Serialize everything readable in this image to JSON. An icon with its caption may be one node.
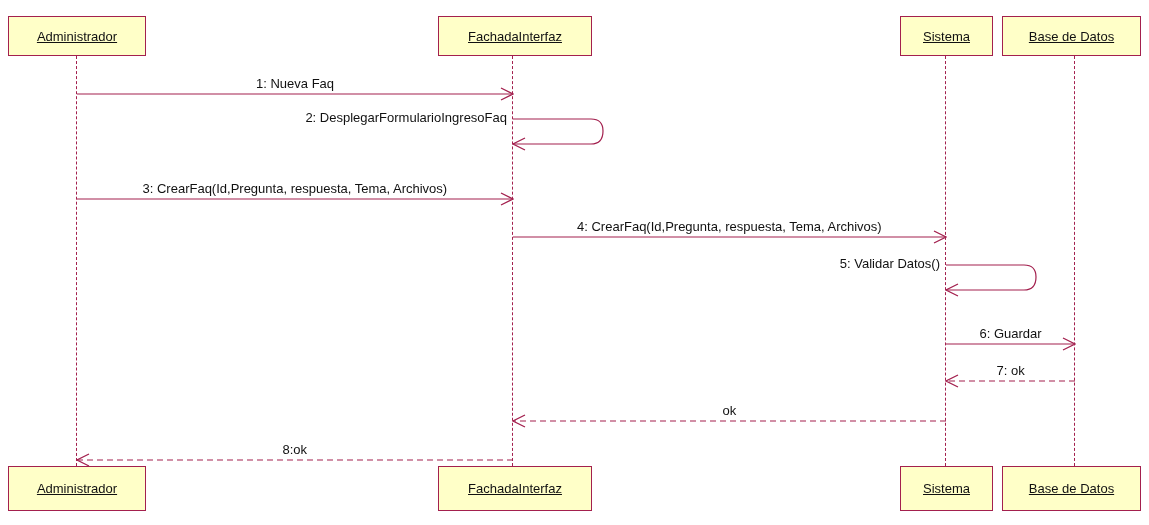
{
  "diagram": {
    "nodes": [
      {
        "text": [
          "Administrador"
        ]
      },
      {
        "text": [
          "FachadaInterfaz"
        ]
      },
      {
        "text": [
          "Sistema"
        ]
      },
      {
        "text": [
          "Base de Datos"
        ]
      },
      {
        "text": [],
        "shape": "line"
      },
      {
        "text": [],
        "shape": "line"
      },
      {
        "text": [],
        "shape": "line"
      },
      {
        "text": [],
        "shape": "line"
      },
      {
        "text": [
          "Administrador"
        ]
      },
      {
        "text": [
          "FachadaInterfaz"
        ]
      },
      {
        "text": [
          "Sistema"
        ]
      },
      {
        "text": [
          "Base de Datos"
        ]
      }
    ],
    "edges": [
      {
        "from": 4,
        "to": 5,
        "arrow": "to",
        "label": "1: Nueva Faq"
      },
      {
        "from": 5,
        "to": 5,
        "arrow": "to",
        "label": "2: DesplegarFormularioIngresoFaq"
      },
      {
        "from": 4,
        "to": 5,
        "arrow": "to",
        "label": "3: CrearFaq(Id,Pregunta, respuesta, Tema, Archivos)"
      },
      {
        "from": 5,
        "to": 6,
        "arrow": "to",
        "label": "4: CrearFaq(Id,Pregunta, respuesta, Tema, Archivos)"
      },
      {
        "from": 6,
        "to": 6,
        "arrow": "to",
        "label": "5: Validar Datos()"
      },
      {
        "from": 6,
        "to": 7,
        "arrow": "to",
        "label": "6: Guardar"
      },
      {
        "from": 7,
        "to": 6,
        "arrow": "to",
        "label": "7: ok",
        "style": "dashed"
      },
      {
        "from": 6,
        "to": 5,
        "arrow": "to",
        "label": "ok",
        "style": "dashed"
      },
      {
        "from": 5,
        "to": 4,
        "arrow": "to",
        "label": "8:ok",
        "style": "dashed"
      }
    ]
  }
}
